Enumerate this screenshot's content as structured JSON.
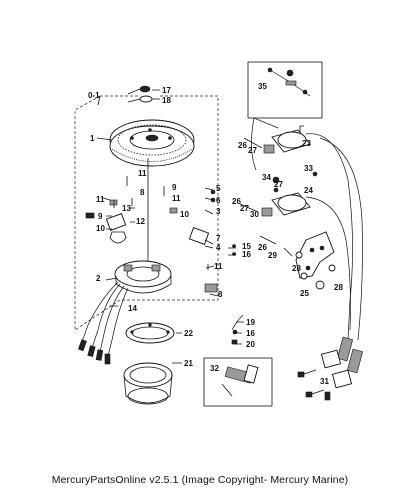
{
  "caption": "MercuryPartsOnline v2.5.1 (Image Copyright- Mercury Marine)",
  "part_labels": {
    "l0_1": "0-1",
    "l1": "1",
    "l2": "2",
    "l3": "3",
    "l4": "4",
    "l5": "5",
    "l6": "6",
    "l7": "7",
    "l8a": "8",
    "l8b": "8",
    "l9a": "9",
    "l9b": "9",
    "l10a": "10",
    "l10b": "10",
    "l11a": "11",
    "l11b": "11",
    "l11c": "11",
    "l11d": "11",
    "l12": "12",
    "l13": "13",
    "l14": "14",
    "l15": "15",
    "l16a": "16",
    "l16b": "16",
    "l17": "17",
    "l18": "18",
    "l19": "19",
    "l20": "20",
    "l21": "21",
    "l22": "22",
    "l23": "23",
    "l24": "24",
    "l25": "25",
    "l26a": "26",
    "l26b": "26",
    "l26c": "26",
    "l27a": "27",
    "l27b": "27",
    "l27c": "27",
    "l28a": "28",
    "l28b": "28",
    "l29": "29",
    "l30": "30",
    "l31": "31",
    "l32": "32",
    "l33": "33",
    "l34": "34",
    "l35": "35"
  }
}
